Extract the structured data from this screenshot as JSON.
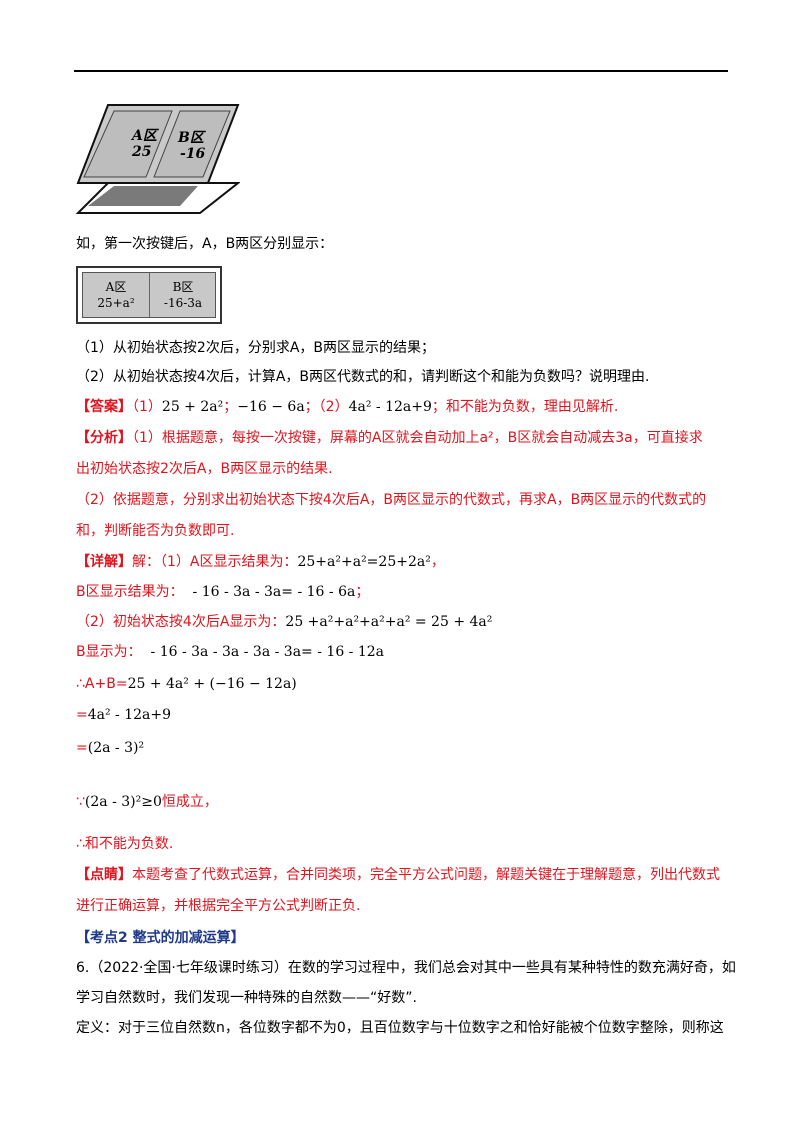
{
  "figure": {
    "a_label": "A区",
    "a_value": "25",
    "b_label": "B区",
    "b_value": "-16"
  },
  "intro": "如，第一次按键后，A，B两区分别显示：",
  "display": {
    "a_label": "A区",
    "a_value": "25+a²",
    "b_label": "B区",
    "b_value": "-16-3a"
  },
  "q1": "（1）从初始状态按2次后，分别求A，B两区显示的结果；",
  "q2": "（2）从初始状态按4次后，计算A，B两区代数式的和，请判断这个和能为负数吗？说明理由.",
  "answer": {
    "tag": "【答案】",
    "p1": "（1）",
    "a1": "25 + 2a²",
    "sep": "；",
    "b1": "−16 − 6a",
    "sep2": "；（2）",
    "e2": "4a² - 12a+9",
    "rest": "；和不能为负数，理由见解析."
  },
  "analysis": {
    "tag": "【分析】",
    "l1": "（1）根据题意，每按一次按键，屏幕的A区就会自动加上a²，B区就会自动减去3a，可直接求",
    "l2": "出初始状态按2次后A，B两区显示的结果.",
    "l3": "（2）依据题意，分别求出初始状态下按4次后A，B两区显示的代数式，再求A，B两区显示的代数式的",
    "l4": "和，判断能否为负数即可."
  },
  "detail": {
    "tag": "【详解】",
    "l1a": "解：（1）A区显示结果为：",
    "l1b": "25+a²+a²=25+2a²",
    "l1c": "，",
    "l2a": "B区显示结果为：",
    "l2b": "- 16 - 3a - 3a= - 16 - 6a",
    "l2c": "；",
    "l3a": "（2）初始状态按4次后A显示为：",
    "l3b": "25 +a²+a²+a²+a² = 25 + 4a²",
    "l4a": "B显示为：",
    "l4b": "- 16 - 3a - 3a - 3a - 3a= - 16 - 12a",
    "l5a": "∴A+B=",
    "l5b": "25 + 4a² + (−16 − 12a)",
    "l6a": "=",
    "l6b": "4a² - 12a+9",
    "l7a": "=",
    "l7b": "(2a - 3)²",
    "l8a": "∵",
    "l8b": "(2a - 3)²≥0",
    "l8c": "恒成立，",
    "l9": "∴和不能为负数."
  },
  "comment": {
    "tag": "【点睛】",
    "l1": "本题考查了代数式运算，合并同类项，完全平方公式问题，解题关键在于理解题意，列出代数式",
    "l2": "进行正确运算，并根据完全平方公式判断正负."
  },
  "section": "【考点2  整式的加减运算】",
  "problem6": {
    "l1": "6.（2022·全国·七年级课时练习）在数的学习过程中，我们总会对其中一些具有某种特性的数充满好奇，如",
    "l2": "学习自然数时，我们发现一种特殊的自然数——“好数”.",
    "l3": "定义：对于三位自然数n，各位数字都不为0，且百位数字与十位数字之和恰好能被个位数字整除，则称这"
  }
}
